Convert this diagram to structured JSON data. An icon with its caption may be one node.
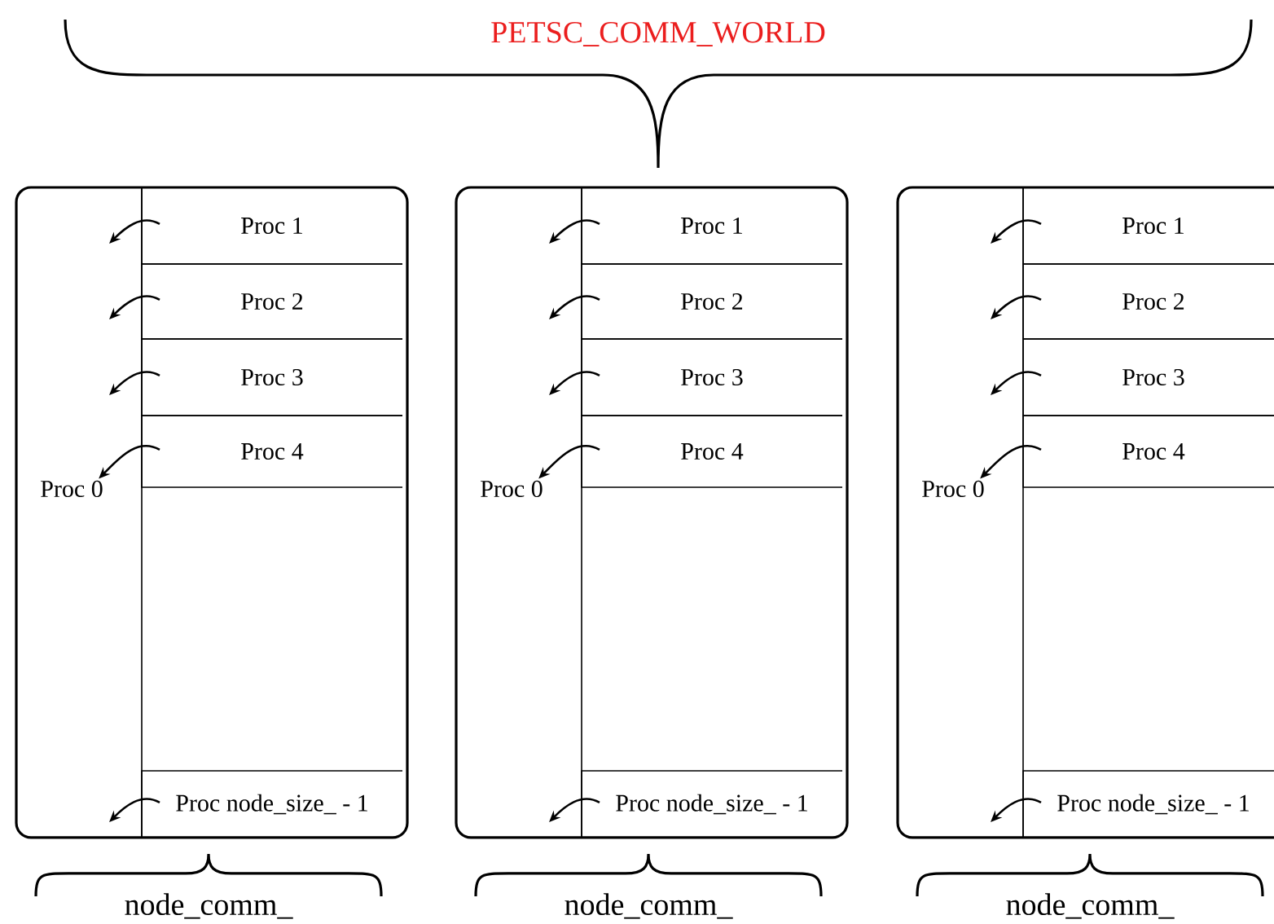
{
  "diagram": {
    "nodes": [
      {
        "text": [],
        "shape": "box"
      },
      {
        "text": [
          "Proc 0"
        ],
        "in": 0
      },
      {
        "text": [
          "Proc 1"
        ],
        "in": 0
      },
      {
        "text": [
          "Proc 2"
        ],
        "in": 0
      },
      {
        "text": [
          "Proc 3"
        ],
        "in": 0
      },
      {
        "text": [
          "Proc 4"
        ],
        "in": 0
      },
      {
        "text": [
          "Proc node_size_ - 1"
        ],
        "in": 0
      },
      {
        "text": [],
        "shape": "box"
      },
      {
        "text": [
          "Proc 0"
        ],
        "in": 7
      },
      {
        "text": [
          "Proc 1"
        ],
        "in": 7
      },
      {
        "text": [
          "Proc 2"
        ],
        "in": 7
      },
      {
        "text": [
          "Proc 3"
        ],
        "in": 7
      },
      {
        "text": [
          "Proc 4"
        ],
        "in": 7
      },
      {
        "text": [
          "Proc node_size_ - 1"
        ],
        "in": 7
      },
      {
        "text": [],
        "shape": "box"
      },
      {
        "text": [
          "Proc 0"
        ],
        "in": 14
      },
      {
        "text": [
          "Proc 1"
        ],
        "in": 14
      },
      {
        "text": [
          "Proc 2"
        ],
        "in": 14
      },
      {
        "text": [
          "Proc 3"
        ],
        "in": 14
      },
      {
        "text": [
          "Proc 4"
        ],
        "in": 14
      },
      {
        "text": [
          "Proc node_size_ - 1"
        ],
        "in": 14
      }
    ],
    "edges": [
      {
        "from": 2,
        "to": null,
        "arrow": "to"
      },
      {
        "from": 3,
        "to": null,
        "arrow": "to"
      },
      {
        "from": 4,
        "to": null,
        "arrow": "to"
      },
      {
        "from": 5,
        "to": 1,
        "arrow": "to"
      },
      {
        "from": 6,
        "to": null,
        "arrow": "to"
      },
      {
        "from": 9,
        "to": null,
        "arrow": "to"
      },
      {
        "from": 10,
        "to": null,
        "arrow": "to"
      },
      {
        "from": 11,
        "to": null,
        "arrow": "to"
      },
      {
        "from": 12,
        "to": 8,
        "arrow": "to"
      },
      {
        "from": 13,
        "to": null,
        "arrow": "to"
      },
      {
        "from": 16,
        "to": null,
        "arrow": "to"
      },
      {
        "from": 17,
        "to": null,
        "arrow": "to"
      },
      {
        "from": 18,
        "to": null,
        "arrow": "to"
      },
      {
        "from": 19,
        "to": 15,
        "arrow": "to"
      },
      {
        "from": 20,
        "to": null,
        "arrow": "to"
      }
    ],
    "labels": [
      "PETSC_COMM_WORLD",
      "node_comm_",
      "node_comm_",
      "node_comm_"
    ]
  }
}
